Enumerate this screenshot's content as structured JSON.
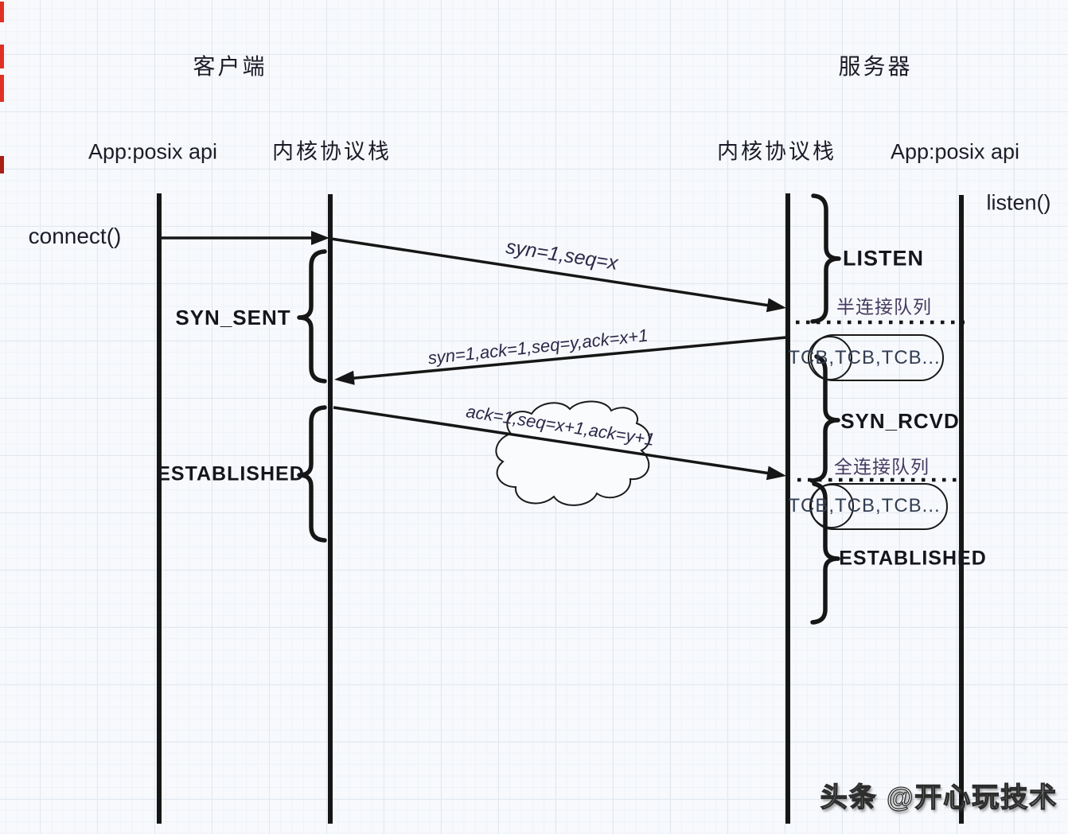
{
  "diagram": {
    "client": {
      "title": "客户端",
      "app_label": "App:posix api",
      "kernel_label": "内核协议栈",
      "connect_call": "connect()",
      "states": {
        "syn_sent": "SYN_SENT",
        "established": "ESTABLISHED"
      }
    },
    "server": {
      "title": "服务器",
      "kernel_label": "内核协议栈",
      "app_label": "App:posix api",
      "listen_call": "listen()",
      "states": {
        "listen": "LISTEN",
        "syn_rcvd": "SYN_RCVD",
        "established": "ESTABLISHED"
      },
      "half_queue_label": "半连接队列",
      "full_queue_label": "全连接队列",
      "half_queue_tcbs": "TCB,TCB,TCB...",
      "full_queue_tcbs": "TCB,TCB,TCB..."
    },
    "messages": {
      "syn": "syn=1,seq=x",
      "syn_ack": "syn=1,ack=1,seq=y,ack=x+1",
      "ack": "ack=1,seq=x+1,ack=y+1"
    },
    "watermark": "头条 @开心玩技术",
    "colors": {
      "ink": "#161616",
      "message_text": "#2e2748",
      "queue_text": "#463a60",
      "marker_red": "#e03024"
    }
  }
}
